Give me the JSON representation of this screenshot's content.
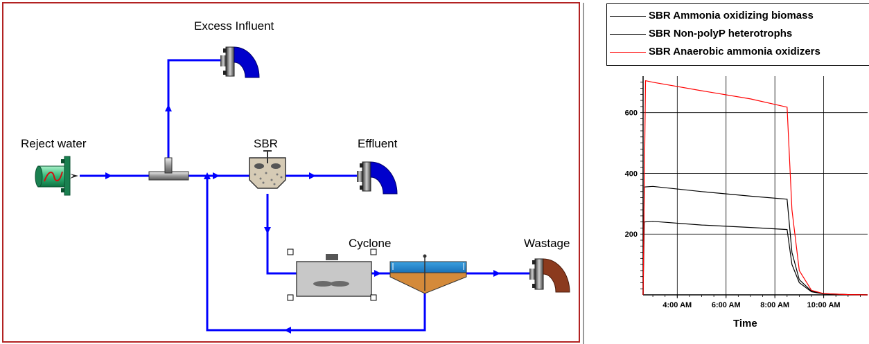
{
  "flowsheet": {
    "units": {
      "excess_influent": "Excess Influent",
      "reject_water": "Reject water",
      "sbr": "SBR",
      "effluent": "Effluent",
      "cyclone": "Cyclone",
      "wastage": "Wastage"
    },
    "colors": {
      "pipe": "#0000ff",
      "outlet_blue": "#0000cc",
      "outlet_brown": "#8b3a1e",
      "influent_green": "#22a860",
      "frame_red": "#b22222"
    }
  },
  "legend": {
    "items": [
      {
        "label": "SBR Ammonia oxidizing biomass",
        "color": "#000000"
      },
      {
        "label": "SBR Non-polyP heterotrophs",
        "color": "#000000"
      },
      {
        "label": "SBR Anaerobic ammonia oxidizers",
        "color": "#ff0000"
      }
    ]
  },
  "chart_data": {
    "type": "line",
    "xlabel": "Time",
    "ylabel": "",
    "x_tick_labels": [
      "4:00 AM",
      "6:00 AM",
      "8:00 AM",
      "10:00 AM"
    ],
    "y_tick_labels": [
      "200",
      "400",
      "600"
    ],
    "x_range_hours": [
      2.6,
      11.8
    ],
    "ylim": [
      0,
      720
    ],
    "grid": true,
    "legend_position": "top",
    "series": [
      {
        "name": "SBR Ammonia oxidizing biomass",
        "color": "#000000",
        "points": [
          [
            2.6,
            0
          ],
          [
            2.65,
            240
          ],
          [
            3.0,
            242
          ],
          [
            5.0,
            230
          ],
          [
            7.0,
            222
          ],
          [
            8.5,
            215
          ],
          [
            8.7,
            100
          ],
          [
            9.0,
            40
          ],
          [
            9.5,
            10
          ],
          [
            10.0,
            3
          ],
          [
            11.0,
            1
          ],
          [
            11.8,
            0
          ]
        ]
      },
      {
        "name": "SBR Non-polyP heterotrophs",
        "color": "#000000",
        "points": [
          [
            2.6,
            0
          ],
          [
            2.65,
            355
          ],
          [
            3.0,
            357
          ],
          [
            5.0,
            340
          ],
          [
            7.0,
            325
          ],
          [
            8.5,
            315
          ],
          [
            8.7,
            140
          ],
          [
            9.0,
            50
          ],
          [
            9.5,
            12
          ],
          [
            10.0,
            4
          ],
          [
            11.0,
            1
          ],
          [
            11.8,
            0
          ]
        ]
      },
      {
        "name": "SBR Anaerobic ammonia oxidizers",
        "color": "#ff0000",
        "points": [
          [
            2.6,
            0
          ],
          [
            2.7,
            705
          ],
          [
            3.0,
            700
          ],
          [
            5.0,
            672
          ],
          [
            7.0,
            645
          ],
          [
            8.5,
            618
          ],
          [
            8.7,
            280
          ],
          [
            9.0,
            80
          ],
          [
            9.5,
            15
          ],
          [
            10.0,
            4
          ],
          [
            11.0,
            1
          ],
          [
            11.8,
            0
          ]
        ]
      }
    ]
  }
}
